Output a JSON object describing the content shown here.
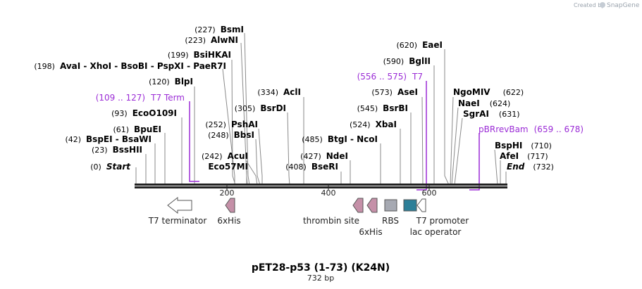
{
  "credit": {
    "prefix": "Created by",
    "brand": "SnapGene"
  },
  "sequence_length": 732,
  "title": "pET28-p53 (1-73) (K24N)",
  "subtitle": "732 bp",
  "ticks": [
    {
      "bp": 200,
      "label": "200"
    },
    {
      "bp": 400,
      "label": "400"
    },
    {
      "bp": 600,
      "label": "600"
    }
  ],
  "sites": [
    {
      "pos": "(0)",
      "name": "Start",
      "italic": true,
      "bp": 0
    },
    {
      "pos": "(23)",
      "name": "BssHII",
      "bp": 23
    },
    {
      "pos": "(42)",
      "name": "BspEI - BsaWI",
      "bp": 42
    },
    {
      "pos": "(61)",
      "name": "BpuEI",
      "bp": 61
    },
    {
      "pos": "(93)",
      "name": "EcoO109I",
      "bp": 93
    },
    {
      "pos": "(120)",
      "name": "BlpI",
      "bp": 120
    },
    {
      "pos": "(198)",
      "name": "AvaI - XhoI - BsoBI - PspXI - PaeR7I",
      "bp": 198
    },
    {
      "pos": "(199)",
      "name": "BsiHKAI",
      "bp": 199
    },
    {
      "pos": "(223)",
      "name": "AlwNI",
      "bp": 223
    },
    {
      "pos": "(227)",
      "name": "BsmI",
      "bp": 227
    },
    {
      "pos": "(242)",
      "name": "AcuI",
      "bp": 242
    },
    {
      "pos": "(248)",
      "name": "BbsI",
      "bp": 248
    },
    {
      "pos": "(252)",
      "name": "PshAI",
      "bp": 252
    },
    {
      "pos": "(305)",
      "name": "BsrDI",
      "bp": 305
    },
    {
      "pos": "(334)",
      "name": "AclI",
      "bp": 334
    },
    {
      "pos": "",
      "name": "Eco57MI",
      "bp": 242
    },
    {
      "pos": "(408)",
      "name": "BseRI",
      "bp": 408
    },
    {
      "pos": "(427)",
      "name": "NdeI",
      "bp": 427
    },
    {
      "pos": "(485)",
      "name": "BtgI - NcoI",
      "bp": 485
    },
    {
      "pos": "(524)",
      "name": "XbaI",
      "bp": 524
    },
    {
      "pos": "(545)",
      "name": "BsrBI",
      "bp": 545
    },
    {
      "pos": "(573)",
      "name": "AseI",
      "bp": 573
    },
    {
      "pos": "(590)",
      "name": "BglII",
      "bp": 590
    },
    {
      "pos": "(620)",
      "name": "EaeI",
      "bp": 620
    },
    {
      "pos": "(622)",
      "name": "NgoMIV",
      "bp": 622
    },
    {
      "pos": "(624)",
      "name": "NaeI",
      "bp": 624
    },
    {
      "pos": "(631)",
      "name": "SgrAI",
      "bp": 631
    },
    {
      "pos": "(710)",
      "name": "BspHI",
      "bp": 710
    },
    {
      "pos": "(717)",
      "name": "AfeI",
      "bp": 717
    },
    {
      "pos": "(732)",
      "name": "End",
      "italic": true,
      "bp": 732
    }
  ],
  "primers": [
    {
      "range": "(109 .. 127)",
      "name": "T7 Term",
      "start": 109,
      "end": 127,
      "direction": "reverse"
    },
    {
      "range": "(556 .. 575)",
      "name": "T7",
      "start": 556,
      "end": 575,
      "direction": "forward"
    },
    {
      "range": "(659 .. 678)",
      "name": "pBRrevBam",
      "start": 659,
      "end": 678,
      "direction": "reverse"
    }
  ],
  "features": [
    {
      "name": "T7 terminator",
      "shape": "arrow-left",
      "color": "#ffffff"
    },
    {
      "name": "6xHis",
      "shape": "arrow-left",
      "color": "#c590a8"
    },
    {
      "name": "thrombin site",
      "shape": "arrow-left",
      "color": "#c590a8"
    },
    {
      "name": "6xHis",
      "shape": "arrow-left",
      "color": "#c590a8"
    },
    {
      "name": "RBS",
      "shape": "box",
      "color": "#a6a9b2"
    },
    {
      "name": "T7 promoter",
      "shape": "arrow-left",
      "color": "#ffffff"
    },
    {
      "name": "lac operator",
      "shape": "box",
      "color": "#2c7f98"
    }
  ],
  "colors": {
    "primer": "#9b2cd6",
    "backbone": "#222222",
    "leader": "#8a8a8a"
  }
}
